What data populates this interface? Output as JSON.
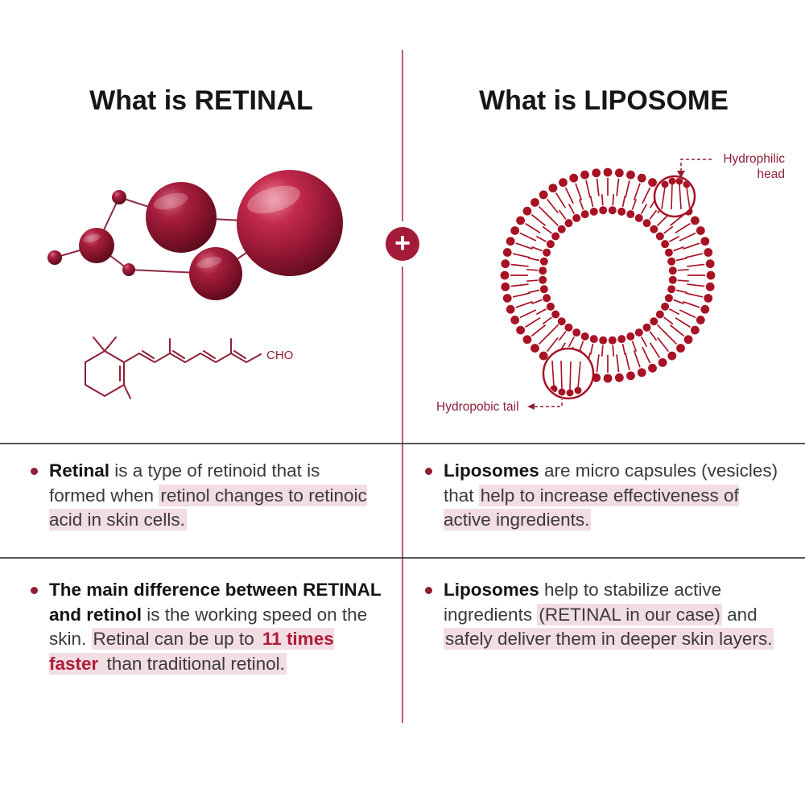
{
  "plus": "+",
  "accent_color": "#a31b38",
  "highlight_color": "#f2dde2",
  "left": {
    "title": "What is RETINAL",
    "formula_label": "CHO",
    "bullet1": [
      {
        "t": "Retinal",
        "b": true
      },
      {
        "t": " is a type of retinoid that is formed when "
      },
      {
        "t": "retinol changes to retinoic acid in skin cells.",
        "h": true
      }
    ],
    "bullet2": [
      {
        "t": "The main difference between RETINAL and retinol",
        "b": true
      },
      {
        "t": " is the working speed  on the skin. "
      },
      {
        "t": "Retinal can be up to ",
        "h": true
      },
      {
        "t": "11 times faster",
        "h": true,
        "b": true,
        "r": true
      },
      {
        "t": " than traditional retinol.",
        "h": true
      }
    ]
  },
  "right": {
    "title": "What is LIPOSOME",
    "label_head": "Hydrophilic head",
    "label_tail": "Hydropobic tail",
    "bullet1": [
      {
        "t": "Liposomes",
        "b": true
      },
      {
        "t": " are micro capsules (vesicles) that "
      },
      {
        "t": "help to increase effectiveness of active ingredients.",
        "h": true
      }
    ],
    "bullet2": [
      {
        "t": "Liposomes",
        "b": true
      },
      {
        "t": " help to stabilize active ingredients "
      },
      {
        "t": "(RETINAL in our case)",
        "h": true
      },
      {
        "t": " and "
      },
      {
        "t": "safely deliver them in deeper skin layers.",
        "h": true
      }
    ]
  }
}
